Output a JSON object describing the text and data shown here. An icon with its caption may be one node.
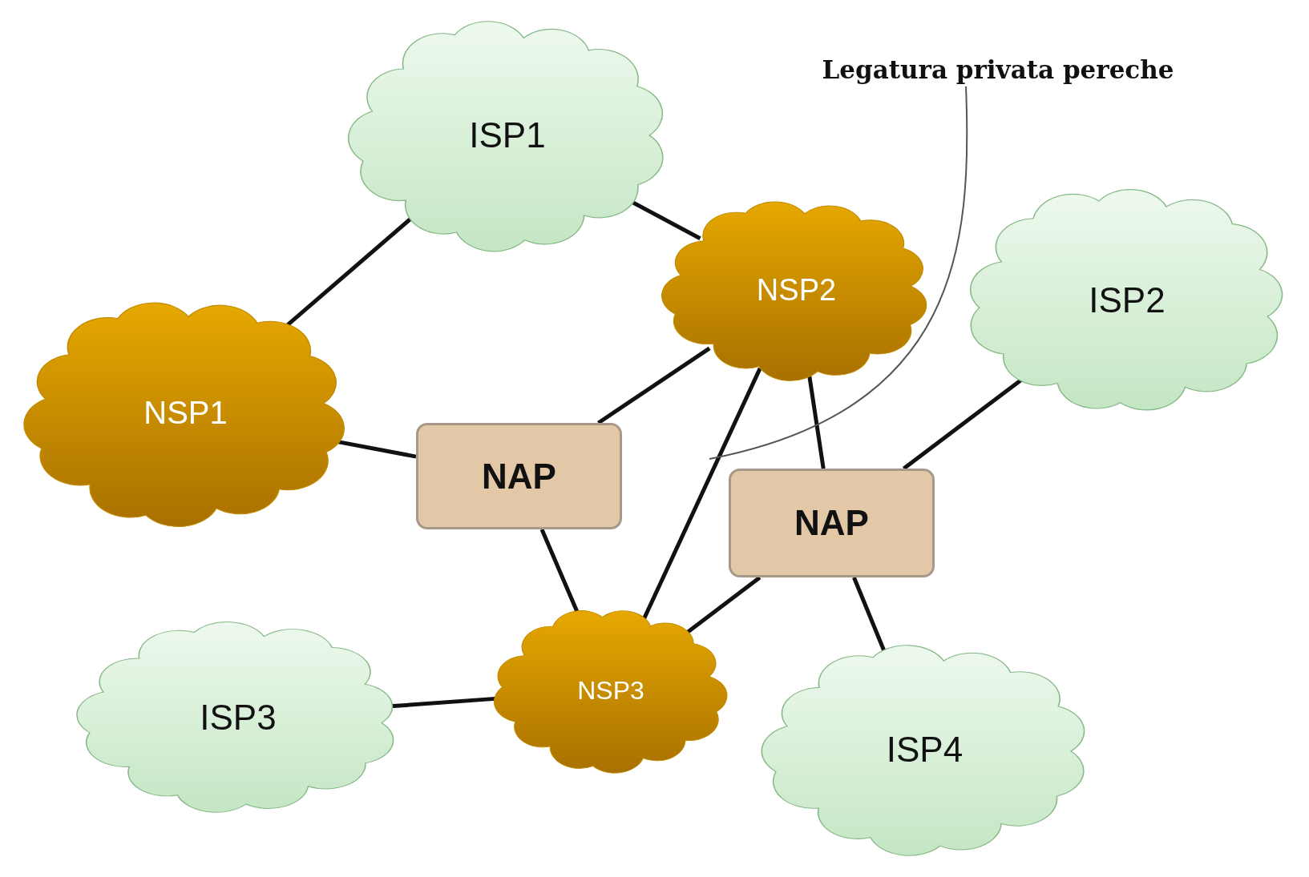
{
  "diagram": {
    "nodes": [
      {
        "text": [
          "ISP1"
        ]
      },
      {
        "text": [
          "Legatura privata pereche"
        ]
      },
      {
        "text": [
          "NSP2"
        ]
      },
      {
        "text": [
          "ISP2"
        ]
      },
      {
        "text": [
          "NSP1"
        ]
      },
      {
        "text": [
          "NAP"
        ]
      },
      {
        "text": [
          "NAP"
        ]
      },
      {
        "text": [
          "ISP3"
        ]
      },
      {
        "text": [
          "NSP3"
        ]
      },
      {
        "text": [
          "ISP4"
        ]
      }
    ],
    "edges": [
      {
        "from": 0,
        "to": 4,
        "arrow": "none"
      },
      {
        "from": 0,
        "to": 2,
        "arrow": "none"
      },
      {
        "from": 4,
        "to": 5,
        "arrow": "none"
      },
      {
        "from": 2,
        "to": 5,
        "arrow": "none"
      },
      {
        "from": 2,
        "to": 8,
        "arrow": "none"
      },
      {
        "from": 2,
        "to": 6,
        "arrow": "none"
      },
      {
        "from": 3,
        "to": 6,
        "arrow": "none"
      },
      {
        "from": 5,
        "to": 8,
        "arrow": "none"
      },
      {
        "from": 6,
        "to": 8,
        "arrow": "none"
      },
      {
        "from": 6,
        "to": 9,
        "arrow": "none"
      },
      {
        "from": 7,
        "to": 8,
        "arrow": "none"
      },
      {
        "from": 1,
        "to": null,
        "arrow": "none"
      }
    ]
  }
}
